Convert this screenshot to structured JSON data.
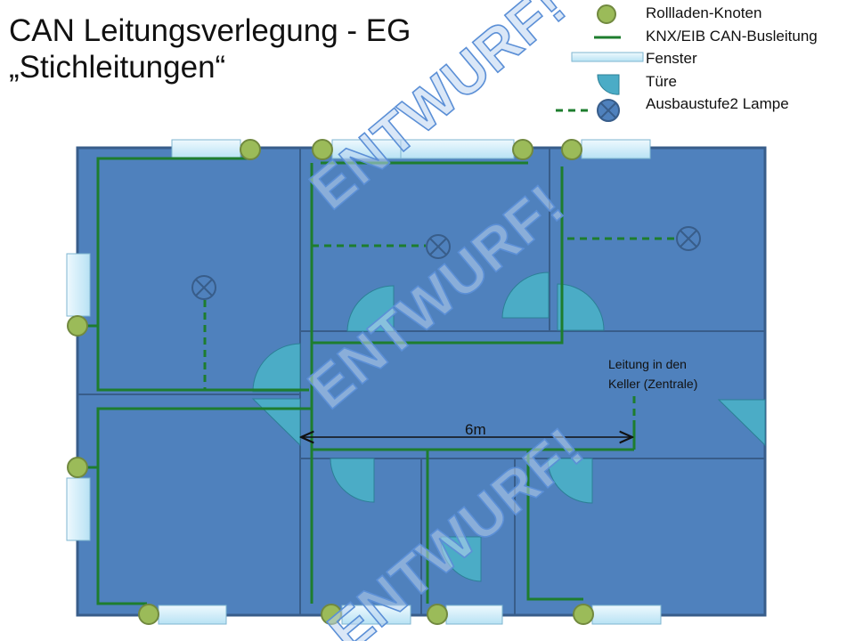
{
  "title": {
    "line1": "CAN Leitungsverlegung - EG",
    "line2": "„Stichleitungen“"
  },
  "legend": {
    "node": "Rollladen-Knoten",
    "bus": "KNX/EIB CAN-Busleitung",
    "window": "Fenster",
    "door": "Türe",
    "lamp": "Ausbaustufe2  Lampe"
  },
  "plan": {
    "cellar_note_line1": "Leitung in den",
    "cellar_note_line2": "Keller (Zentrale)",
    "dimension_label": "6m"
  },
  "watermark": "ENTWURF!",
  "colors": {
    "room_fill": "#4f81bd",
    "wall": "#385d8a",
    "bus_line": "#1e7d2e",
    "node_fill": "#9bbb59",
    "window_fill": "#dcf1fb",
    "door_fill": "#4bacc6",
    "lamp_fill": "#4f81bd"
  }
}
